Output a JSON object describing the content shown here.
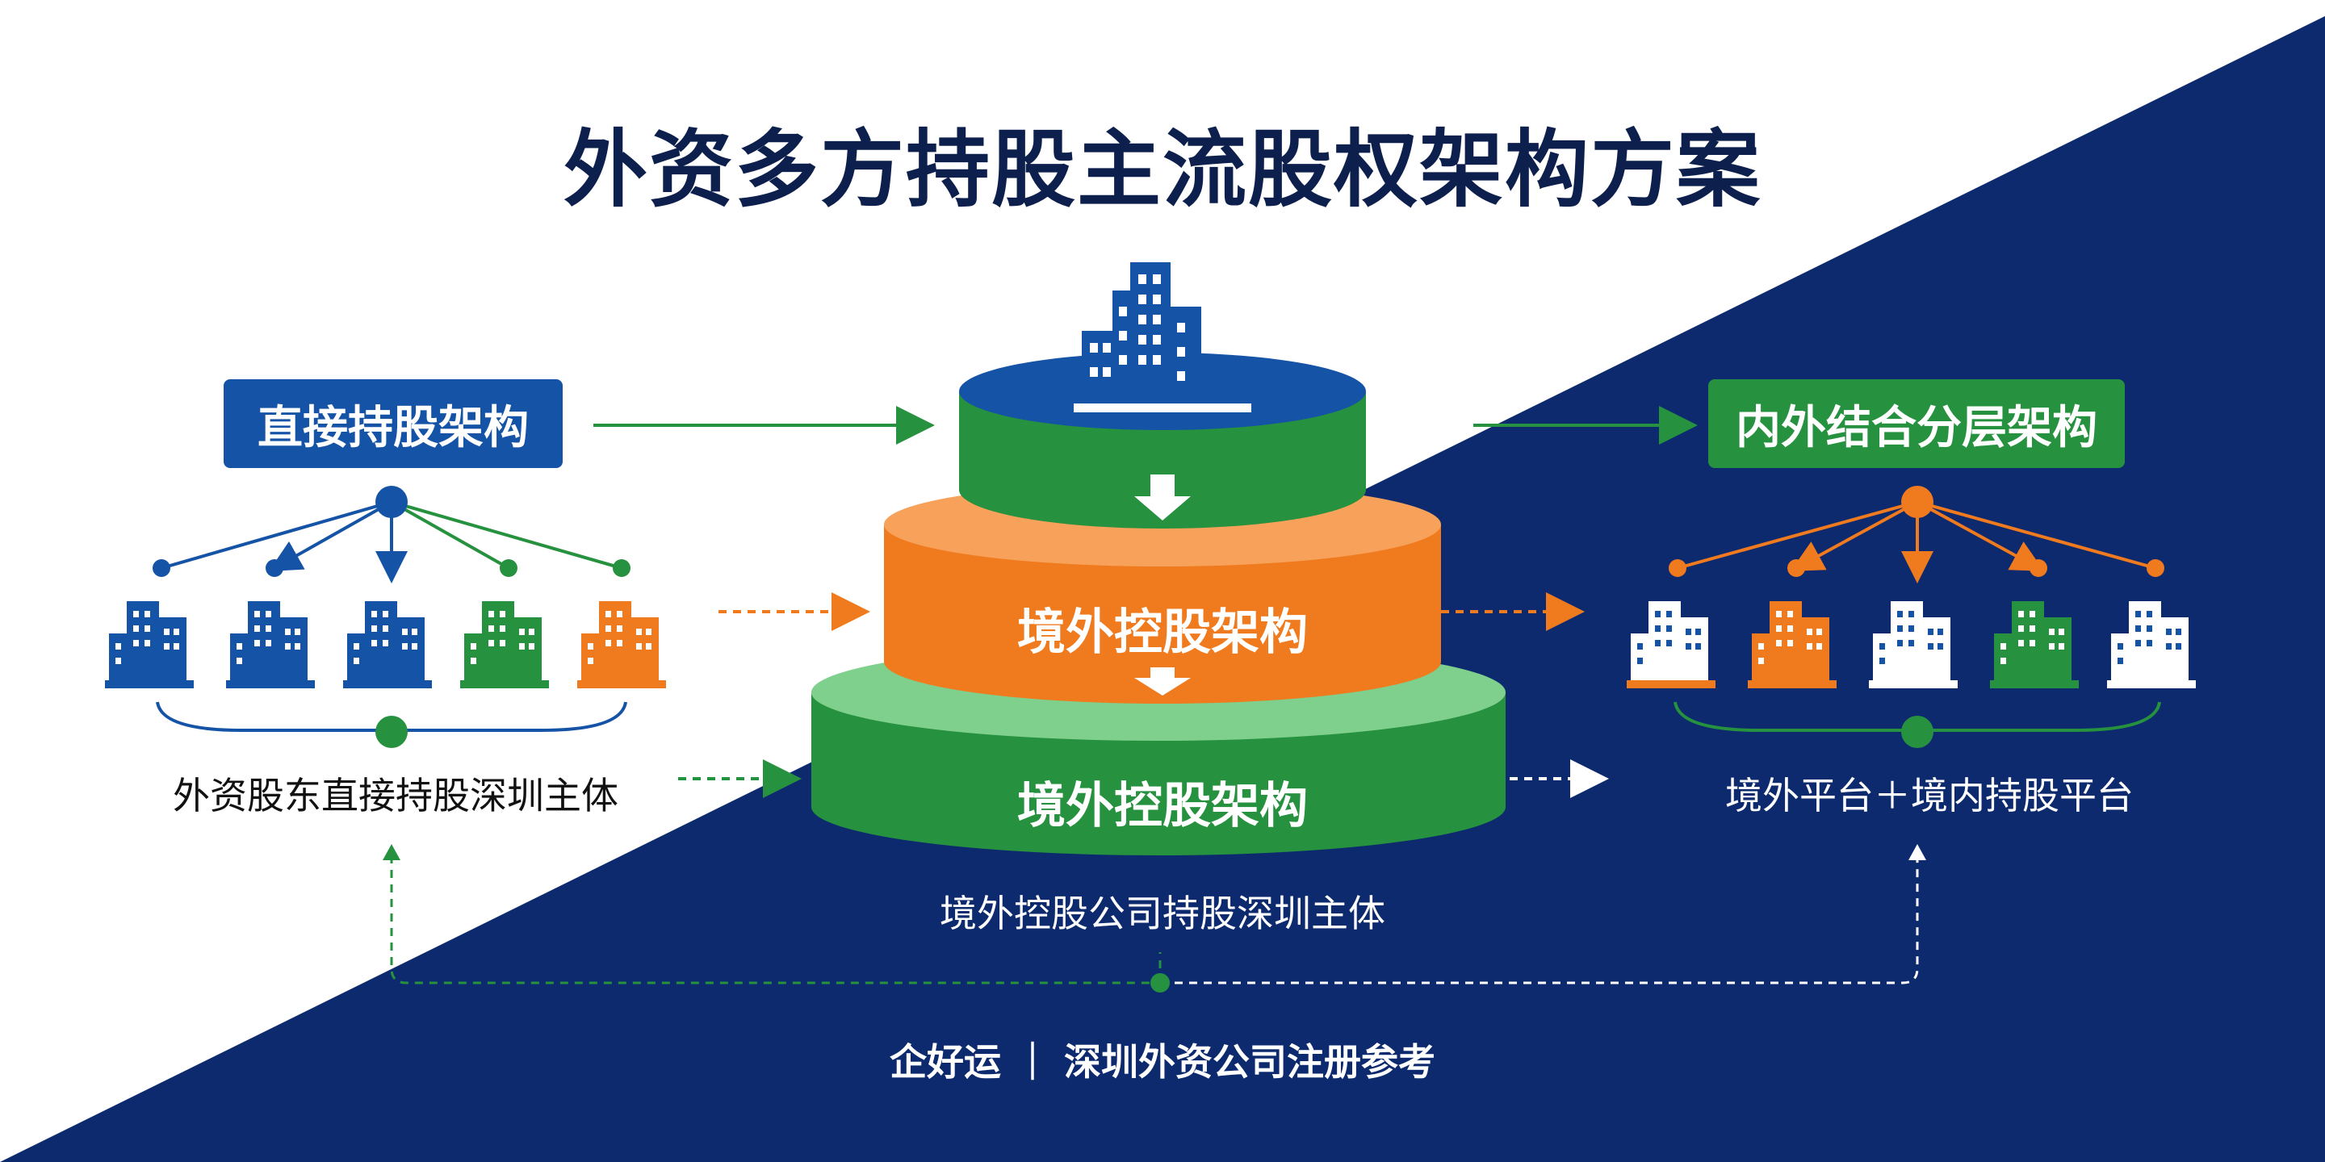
{
  "title": "外资多方持股主流股权架构方案",
  "left": {
    "label": "直接持股架构",
    "caption": "外资股东直接持股深圳主体",
    "shareholders": [
      "building-blue",
      "building-blue",
      "building-blue",
      "building-green",
      "building-orange"
    ]
  },
  "center": {
    "tier_mid_label": "境外控股架构",
    "tier_bottom_label": "境外控股架构",
    "caption": "境外控股公司持股深圳主体"
  },
  "right": {
    "label": "内外结合分层架构",
    "caption": "境外平台＋境内持股平台",
    "shareholders": [
      "building-white",
      "building-orange",
      "building-white",
      "building-green",
      "building-white"
    ]
  },
  "footer": "企好运 ｜ 深圳外资公司注册参考",
  "colors": {
    "navy": "#0d2a6e",
    "blue": "#1553a6",
    "green": "#26913e",
    "light_green": "#7fcf8d",
    "orange": "#f07a1e",
    "light_orange": "#f7a15a"
  }
}
